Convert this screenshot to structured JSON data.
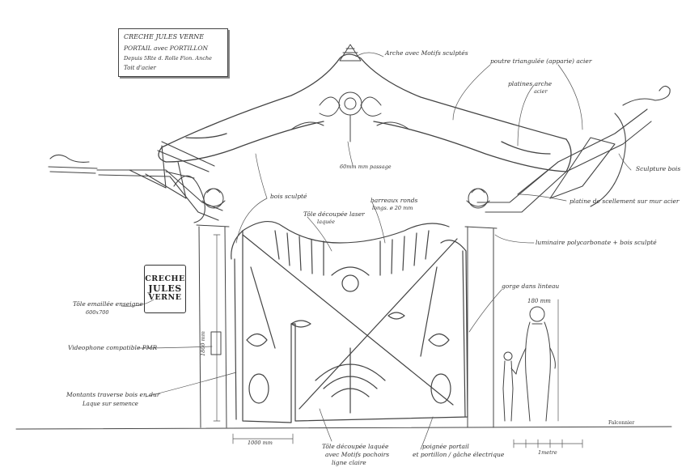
{
  "title_block": {
    "line1": "CRECHE JULES VERNE",
    "line2": "PORTAIL avec PORTILLON",
    "line3": "Depuis 5Rte d. Rolle Fion. Anche",
    "line4": "Toit d'acier"
  },
  "sign": {
    "line1": "CRECHE",
    "line2": "JULES",
    "line3": "VERNE"
  },
  "annotations": {
    "arche": "Arche avec Motifs sculptés",
    "poutre": "poutre triangulée (apparie) acier",
    "platines": "platines arche",
    "platines_sub": "acier",
    "sculpture": "Sculpture bois",
    "platine_scellement": "platine de scellement sur mur acier",
    "luminaire": "luminaire polycarbonate + bois sculpté",
    "gorge": "gorge dans linteau",
    "bois_sculpte": "bois sculpté",
    "tole_decoupee_laser": "Tôle découpée laser",
    "tole_laser_sub": "laquée",
    "barreaux": "barreaux ronds",
    "barreaux_sub": "longs. ø 20 mm",
    "tole_emaillee": "Tôle emaillée enseigne",
    "tole_emaillee_sub": "600x700",
    "videophone": "Videophone compatible PMR",
    "montants": "Montants traverse bois en dur",
    "montants_sub": "Laque sur semence",
    "tole_bas": "Tôle découpée laquée",
    "tole_bas_2": "avec Motifs pochoirs",
    "tole_bas_3": "ligne claire",
    "poignee": "poignée portail",
    "poignee_2": "et portillon / gâche électrique",
    "dim_60": "60mm mm passage",
    "dim_1800": "1800 mm",
    "dim_1000": "1000 mm",
    "dim_height_person": "180 mm",
    "scale_label": "1metre",
    "signature": "Falconnier"
  }
}
